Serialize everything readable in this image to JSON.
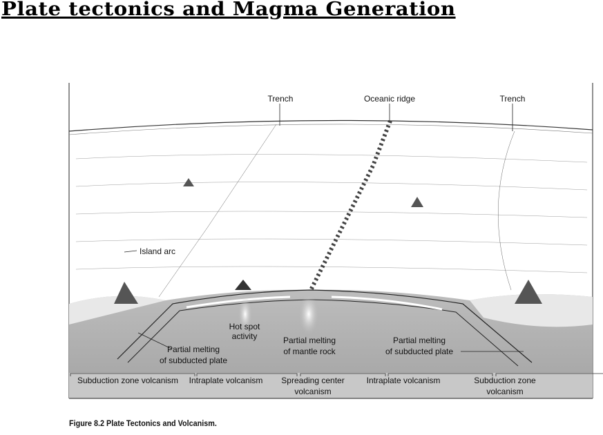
{
  "title": "Plate tectonics and Magma Generation",
  "diagram": {
    "labels": {
      "trench_left": "Trench",
      "oceanic_ridge": "Oceanic ridge",
      "trench_right": "Trench",
      "island_arc": "Island arc",
      "hot_spot_1": "Hot spot",
      "hot_spot_2": "activity",
      "pm_mantle_1": "Partial melting",
      "pm_mantle_2": "of mantle rock",
      "pm_sub_left_1": "Partial melting",
      "pm_sub_left_2": "of subducted plate",
      "pm_sub_right_1": "Partial melting",
      "pm_sub_right_2": "of subducted plate"
    },
    "zones": [
      "Subduction zone volcanism",
      "Intraplate volcanism",
      "Spreading center",
      "volcanism",
      "Intraplate volcanism",
      "Subduction zone",
      "volcanism"
    ]
  },
  "caption": "Figure 8.2 Plate Tectonics and Volcanism."
}
